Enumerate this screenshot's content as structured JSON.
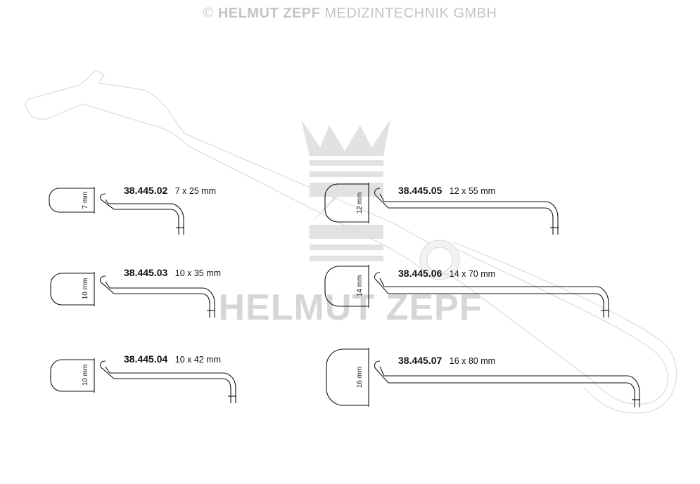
{
  "copyright": {
    "symbol": "©",
    "brand": "HELMUT ZEPF",
    "rest": "MEDIZINTECHNIK GMBH"
  },
  "watermark": {
    "text": "HELMUT ZEPF",
    "logo": "crown-logo"
  },
  "variants": [
    {
      "article": "38.445.02",
      "size": "7 x 25 mm",
      "depth": "7 mm"
    },
    {
      "article": "38.445.03",
      "size": "10 x 35 mm",
      "depth": "10 mm"
    },
    {
      "article": "38.445.04",
      "size": "10 x 42 mm",
      "depth": "10 mm"
    },
    {
      "article": "38.445.05",
      "size": "12 x 55 mm",
      "depth": "12 mm"
    },
    {
      "article": "38.445.06",
      "size": "14 x 70 mm",
      "depth": "14 mm"
    },
    {
      "article": "38.445.07",
      "size": "16 x 80 mm",
      "depth": "16 mm"
    }
  ],
  "colors": {
    "line": "#111111",
    "watermark": "#d6d6d6",
    "instrument": "#e4e4e4"
  }
}
